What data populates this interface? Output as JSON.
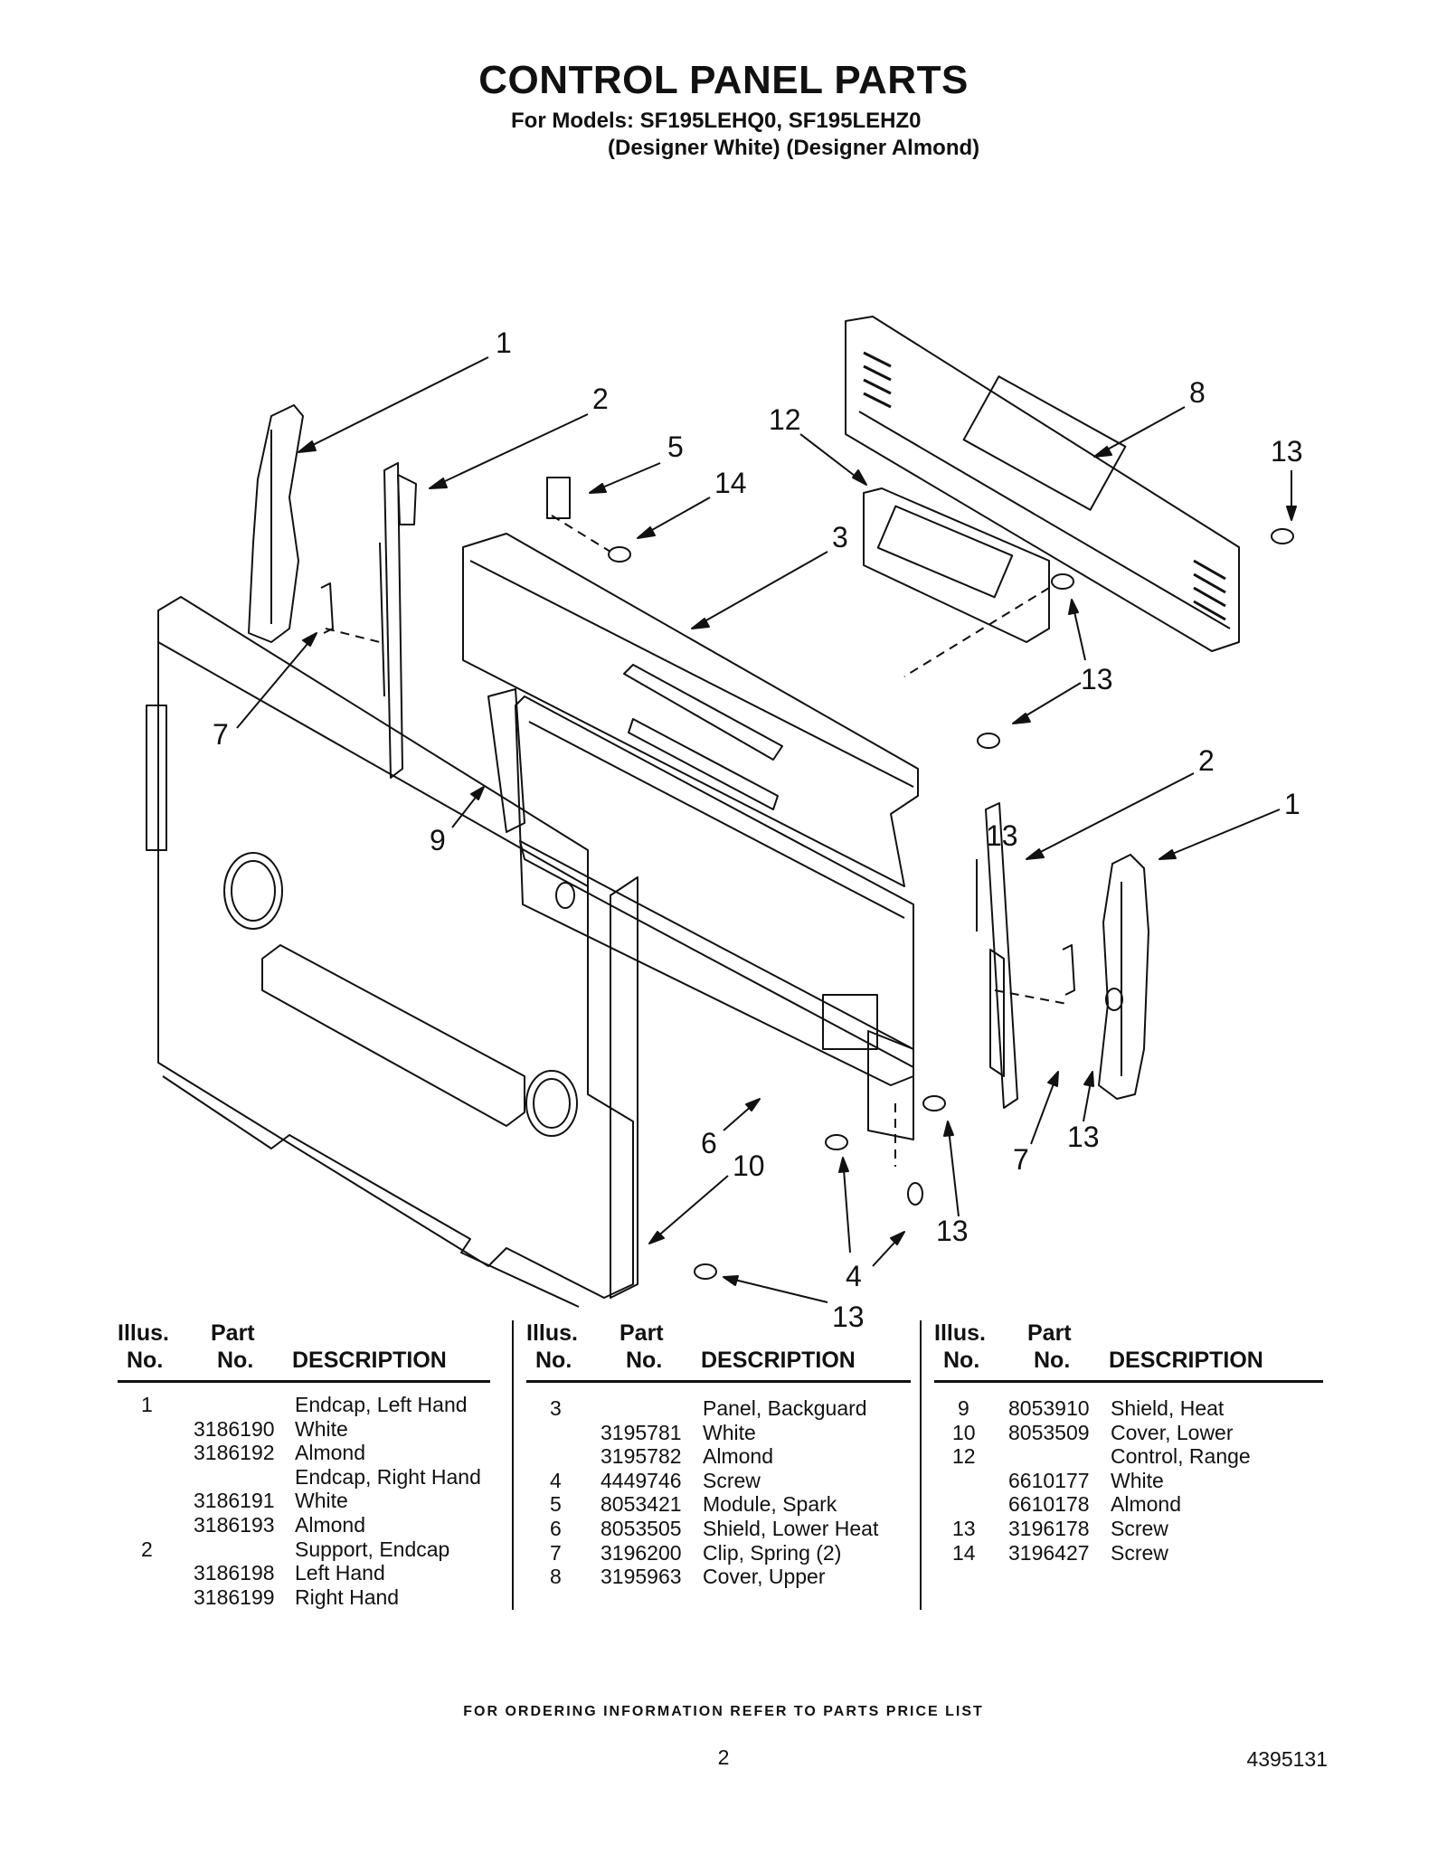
{
  "header": {
    "title": "CONTROL PANEL PARTS",
    "models": "For Models: SF195LEHQ0, SF195LEHZ0",
    "variants": "(Designer White) (Designer Almond)"
  },
  "diagram": {
    "callouts": [
      "1",
      "2",
      "5",
      "14",
      "12",
      "3",
      "8",
      "13",
      "13",
      "7",
      "9",
      "13",
      "2",
      "1",
      "6",
      "10",
      "7",
      "13",
      "13",
      "4",
      "13"
    ]
  },
  "table": {
    "headers": {
      "illus_line1": "Illus.",
      "illus_line2": "No.",
      "part_line1": "Part",
      "part_line2": "No.",
      "description": "DESCRIPTION"
    },
    "columns": [
      {
        "rows": [
          {
            "illus": "1",
            "part": "",
            "desc": "Endcap, Left Hand"
          },
          {
            "illus": "",
            "part": "3186190",
            "desc": "White"
          },
          {
            "illus": "",
            "part": "3186192",
            "desc": "Almond"
          },
          {
            "illus": "",
            "part": "",
            "desc": "Endcap, Right Hand"
          },
          {
            "illus": "",
            "part": "3186191",
            "desc": "White"
          },
          {
            "illus": "",
            "part": "3186193",
            "desc": "Almond"
          },
          {
            "illus": "2",
            "part": "",
            "desc": "Support, Endcap"
          },
          {
            "illus": "",
            "part": "3186198",
            "desc": "Left Hand"
          },
          {
            "illus": "",
            "part": "3186199",
            "desc": "Right Hand"
          }
        ]
      },
      {
        "rows": [
          {
            "illus": "3",
            "part": "",
            "desc": "Panel, Backguard"
          },
          {
            "illus": "",
            "part": "3195781",
            "desc": "White"
          },
          {
            "illus": "",
            "part": "3195782",
            "desc": "Almond"
          },
          {
            "illus": "4",
            "part": "4449746",
            "desc": "Screw"
          },
          {
            "illus": "5",
            "part": "8053421",
            "desc": "Module, Spark"
          },
          {
            "illus": "6",
            "part": "8053505",
            "desc": "Shield, Lower Heat"
          },
          {
            "illus": "7",
            "part": "3196200",
            "desc": "Clip, Spring (2)"
          },
          {
            "illus": "8",
            "part": "3195963",
            "desc": "Cover, Upper"
          }
        ]
      },
      {
        "rows": [
          {
            "illus": "9",
            "part": "8053910",
            "desc": "Shield, Heat"
          },
          {
            "illus": "10",
            "part": "8053509",
            "desc": "Cover, Lower"
          },
          {
            "illus": "12",
            "part": "",
            "desc": "Control, Range"
          },
          {
            "illus": "",
            "part": "6610177",
            "desc": "White"
          },
          {
            "illus": "",
            "part": "6610178",
            "desc": "Almond"
          },
          {
            "illus": "13",
            "part": "3196178",
            "desc": "Screw"
          },
          {
            "illus": "14",
            "part": "3196427",
            "desc": "Screw"
          }
        ]
      }
    ]
  },
  "footer": {
    "note": "FOR ORDERING INFORMATION REFER TO PARTS PRICE LIST",
    "page": "2",
    "doc_number": "4395131"
  }
}
